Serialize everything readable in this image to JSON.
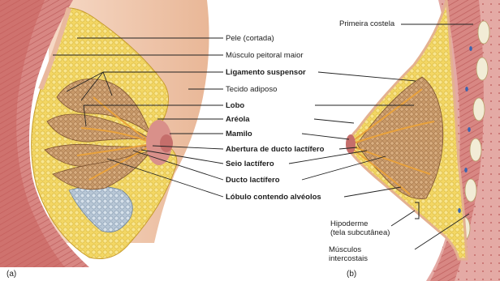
{
  "panel_a": {
    "letter": "(a)",
    "labels": [
      {
        "key": "pele",
        "text": "Pele (cortada)",
        "bold": false
      },
      {
        "key": "peitoral",
        "text": "Músculo peitoral maior",
        "bold": false
      },
      {
        "key": "ligamento",
        "text": "Ligamento suspensor",
        "bold": true
      },
      {
        "key": "adiposo",
        "text": "Tecido adiposo",
        "bold": false
      },
      {
        "key": "lobo",
        "text": "Lobo",
        "bold": true
      },
      {
        "key": "areola",
        "text": "Aréola",
        "bold": true
      },
      {
        "key": "mamilo",
        "text": "Mamilo",
        "bold": true
      },
      {
        "key": "abertura",
        "text": "Abertura de ducto lactífero",
        "bold": true
      },
      {
        "key": "seio",
        "text": "Seio lactífero",
        "bold": true
      },
      {
        "key": "ducto",
        "text": "Ducto lactífero",
        "bold": true
      },
      {
        "key": "lobulo",
        "text": "Lóbulo contendo alvéolos",
        "bold": true
      }
    ]
  },
  "panel_b": {
    "letter": "(b)",
    "labels": [
      {
        "key": "costela",
        "text": "Primeira costela"
      },
      {
        "key": "hipoderme1",
        "text": "Hipoderme"
      },
      {
        "key": "hipoderme2",
        "text": "(tela subcutânea)"
      },
      {
        "key": "musculos1",
        "text": "Músculos"
      },
      {
        "key": "musculos2",
        "text": "intercostais"
      }
    ]
  },
  "colors": {
    "fat": "#f1d35a",
    "fat_dark": "#d9b433",
    "lobe": "#c99a6a",
    "lobe_dark": "#9a6a40",
    "muscle": "#d98a86",
    "muscle_dark": "#b8585a",
    "skin": "#f2c9b0",
    "ducts": "#e6a23a",
    "leader": "#222222"
  }
}
